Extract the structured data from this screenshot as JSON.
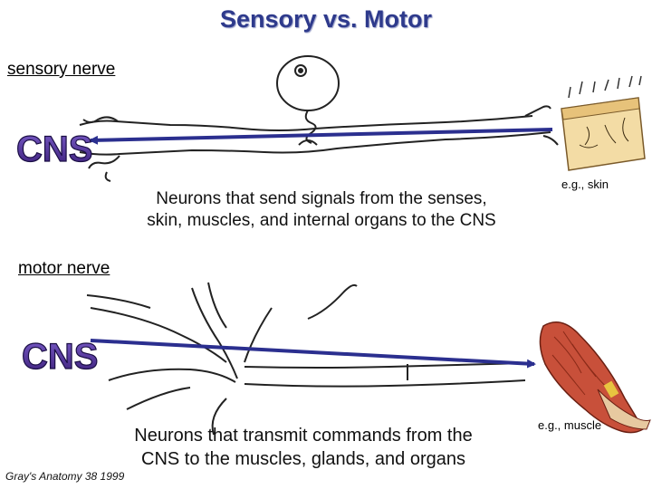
{
  "title": "Sensory vs. Motor",
  "sensory": {
    "heading": "sensory nerve",
    "cns_label": "CNS",
    "description_line1": "Neurons that send signals from the senses,",
    "description_line2": "skin, muscles, and internal organs to the CNS",
    "example": "e.g., skin"
  },
  "motor": {
    "heading": "motor nerve",
    "cns_label": "CNS",
    "description_line1": "Neurons that transmit commands from the",
    "description_line2": "CNS to the muscles, glands, and organs",
    "example": "e.g., muscle"
  },
  "citation": "Gray's Anatomy 38 1999",
  "colors": {
    "title": "#2e3a8c",
    "arrow": "#2b2f8f",
    "cns_fill": "#4a2c8c",
    "skin": "#f0d9a0",
    "muscle": "#c8503a"
  }
}
